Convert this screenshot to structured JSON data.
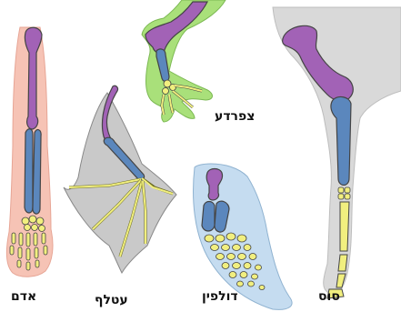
{
  "labels": {
    "human": "אדם",
    "bat": "עטלף",
    "frog": "צפרדע",
    "dolphin": "דולפין",
    "horse": "סוס"
  },
  "colors": {
    "humerus": "#a262b6",
    "radius_ulna": "#5b87bd",
    "carpals_digits": "#f1ef7f",
    "bone_outline": "#444444",
    "human_skin": "#f6c3b5",
    "bat_wing": "#c9c9c9",
    "frog_skin": "#a9e07a",
    "dolphin_fin": "#c5dcf0",
    "horse_leg": "#d9d9d9"
  },
  "icons": [
    "human-arm-illustration",
    "bat-wing-illustration",
    "frog-limb-illustration",
    "dolphin-fin-illustration",
    "horse-leg-illustration"
  ]
}
